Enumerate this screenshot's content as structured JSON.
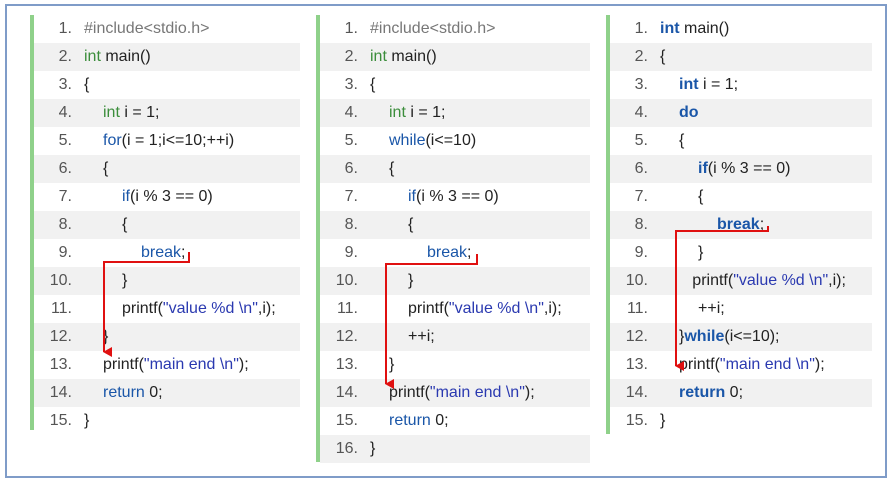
{
  "panels": [
    {
      "lines": [
        {
          "n": "1.",
          "parts": [
            {
              "t": "#include<stdio.h>",
              "c": "pp"
            }
          ],
          "indent": 0
        },
        {
          "n": "2.",
          "parts": [
            {
              "t": "int",
              "c": "kw"
            },
            {
              "t": " main()",
              "c": ""
            }
          ],
          "indent": 0
        },
        {
          "n": "3.",
          "parts": [
            {
              "t": "{",
              "c": ""
            }
          ],
          "indent": 0
        },
        {
          "n": "4.",
          "parts": [
            {
              "t": "int",
              "c": "kw"
            },
            {
              "t": " i = 1;",
              "c": ""
            }
          ],
          "indent": 1
        },
        {
          "n": "5.",
          "parts": [
            {
              "t": "for",
              "c": "kwn"
            },
            {
              "t": "(i = 1;i<=10;++i)",
              "c": ""
            }
          ],
          "indent": 1
        },
        {
          "n": "6.",
          "parts": [
            {
              "t": "{",
              "c": ""
            }
          ],
          "indent": 1
        },
        {
          "n": "7.",
          "parts": [
            {
              "t": "if",
              "c": "kwn"
            },
            {
              "t": "(i % 3 == 0)",
              "c": ""
            }
          ],
          "indent": 2
        },
        {
          "n": "8.",
          "parts": [
            {
              "t": "{",
              "c": ""
            }
          ],
          "indent": 2
        },
        {
          "n": "9.",
          "parts": [
            {
              "t": "break",
              "c": "kwn"
            },
            {
              "t": ";",
              "c": ""
            }
          ],
          "indent": 3
        },
        {
          "n": "10.",
          "parts": [
            {
              "t": "}",
              "c": ""
            }
          ],
          "indent": 2
        },
        {
          "n": "11.",
          "parts": [
            {
              "t": "printf(",
              "c": ""
            },
            {
              "t": "\"value %d \\n\"",
              "c": "str"
            },
            {
              "t": ",i);",
              "c": ""
            }
          ],
          "indent": 2
        },
        {
          "n": "12.",
          "parts": [
            {
              "t": "}",
              "c": ""
            }
          ],
          "indent": 1
        },
        {
          "n": "13.",
          "parts": [
            {
              "t": "printf(",
              "c": ""
            },
            {
              "t": "\"main end \\n\"",
              "c": "str"
            },
            {
              "t": ");",
              "c": ""
            }
          ],
          "indent": 1
        },
        {
          "n": "14.",
          "parts": [
            {
              "t": "return",
              "c": "kwn"
            },
            {
              "t": " 0;",
              "c": ""
            }
          ],
          "indent": 1
        },
        {
          "n": "15.",
          "parts": [
            {
              "t": "}",
              "c": ""
            }
          ],
          "indent": 0
        }
      ]
    },
    {
      "lines": [
        {
          "n": "1.",
          "parts": [
            {
              "t": "#include<stdio.h>",
              "c": "pp"
            }
          ],
          "indent": 0
        },
        {
          "n": "2.",
          "parts": [
            {
              "t": "int",
              "c": "kw"
            },
            {
              "t": " main()",
              "c": ""
            }
          ],
          "indent": 0
        },
        {
          "n": "3.",
          "parts": [
            {
              "t": "{",
              "c": ""
            }
          ],
          "indent": 0
        },
        {
          "n": "4.",
          "parts": [
            {
              "t": "int",
              "c": "kw"
            },
            {
              "t": " i = 1;",
              "c": ""
            }
          ],
          "indent": 1
        },
        {
          "n": "5.",
          "parts": [
            {
              "t": "while",
              "c": "kwn"
            },
            {
              "t": "(i<=10)",
              "c": ""
            }
          ],
          "indent": 1
        },
        {
          "n": "6.",
          "parts": [
            {
              "t": "{",
              "c": ""
            }
          ],
          "indent": 1
        },
        {
          "n": "7.",
          "parts": [
            {
              "t": "if",
              "c": "kwn"
            },
            {
              "t": "(i % 3 == 0)",
              "c": ""
            }
          ],
          "indent": 2
        },
        {
          "n": "8.",
          "parts": [
            {
              "t": "{",
              "c": ""
            }
          ],
          "indent": 2
        },
        {
          "n": "9.",
          "parts": [
            {
              "t": "break",
              "c": "kwn"
            },
            {
              "t": ";",
              "c": ""
            }
          ],
          "indent": 3
        },
        {
          "n": "10.",
          "parts": [
            {
              "t": "}",
              "c": ""
            }
          ],
          "indent": 2
        },
        {
          "n": "11.",
          "parts": [
            {
              "t": "printf(",
              "c": ""
            },
            {
              "t": "\"value %d \\n\"",
              "c": "str"
            },
            {
              "t": ",i);",
              "c": ""
            }
          ],
          "indent": 2
        },
        {
          "n": "12.",
          "parts": [
            {
              "t": "++i;",
              "c": ""
            }
          ],
          "indent": 2
        },
        {
          "n": "13.",
          "parts": [
            {
              "t": "}",
              "c": ""
            }
          ],
          "indent": 1
        },
        {
          "n": "14.",
          "parts": [
            {
              "t": "printf(",
              "c": ""
            },
            {
              "t": "\"main end \\n\"",
              "c": "str"
            },
            {
              "t": ");",
              "c": ""
            }
          ],
          "indent": 1
        },
        {
          "n": "15.",
          "parts": [
            {
              "t": "return",
              "c": "kwn"
            },
            {
              "t": " 0;",
              "c": ""
            }
          ],
          "indent": 1
        },
        {
          "n": "16.",
          "parts": [
            {
              "t": "}",
              "c": ""
            }
          ],
          "indent": 0
        }
      ]
    },
    {
      "lines": [
        {
          "n": "1.",
          "parts": [
            {
              "t": "int",
              "c": "kwb"
            },
            {
              "t": " main()",
              "c": ""
            }
          ],
          "indent": 0
        },
        {
          "n": "2.",
          "parts": [
            {
              "t": "{",
              "c": ""
            }
          ],
          "indent": 0
        },
        {
          "n": "3.",
          "parts": [
            {
              "t": "int",
              "c": "kwb"
            },
            {
              "t": " i = 1;",
              "c": ""
            }
          ],
          "indent": 1
        },
        {
          "n": "4.",
          "parts": [
            {
              "t": "do",
              "c": "kwb"
            }
          ],
          "indent": 1
        },
        {
          "n": "5.",
          "parts": [
            {
              "t": "{",
              "c": ""
            }
          ],
          "indent": 1
        },
        {
          "n": "6.",
          "parts": [
            {
              "t": "if",
              "c": "kwb"
            },
            {
              "t": "(i % 3 == 0)",
              "c": ""
            }
          ],
          "indent": 2
        },
        {
          "n": "7.",
          "parts": [
            {
              "t": "{",
              "c": ""
            }
          ],
          "indent": 2
        },
        {
          "n": "8.",
          "parts": [
            {
              "t": "break",
              "c": "kwb"
            },
            {
              "t": ";",
              "c": ""
            }
          ],
          "indent": 3
        },
        {
          "n": "9.",
          "parts": [
            {
              "t": "}",
              "c": ""
            }
          ],
          "indent": 2
        },
        {
          "n": "10.",
          "parts": [
            {
              "t": "printf(",
              "c": ""
            },
            {
              "t": "\"value %d \\n\"",
              "c": "str"
            },
            {
              "t": ",i);",
              "c": ""
            }
          ],
          "indent": 1.7
        },
        {
          "n": "11.",
          "parts": [
            {
              "t": "++i;",
              "c": ""
            }
          ],
          "indent": 2
        },
        {
          "n": "12.",
          "parts": [
            {
              "t": "}",
              "c": ""
            },
            {
              "t": "while",
              "c": "kwb"
            },
            {
              "t": "(i<=10);",
              "c": ""
            }
          ],
          "indent": 1
        },
        {
          "n": "13.",
          "parts": [
            {
              "t": "printf(",
              "c": ""
            },
            {
              "t": "\"main end \\n\"",
              "c": "str"
            },
            {
              "t": ");",
              "c": ""
            }
          ],
          "indent": 1
        },
        {
          "n": "14.",
          "parts": [
            {
              "t": "return",
              "c": "kwb"
            },
            {
              "t": " 0;",
              "c": ""
            }
          ],
          "indent": 1
        },
        {
          "n": "15.",
          "parts": [
            {
              "t": "}",
              "c": ""
            }
          ],
          "indent": 0
        }
      ]
    }
  ],
  "colors": {
    "arrow": "#e01010",
    "panel_border": "#8fd18a",
    "frame": "#7f9cc8"
  }
}
